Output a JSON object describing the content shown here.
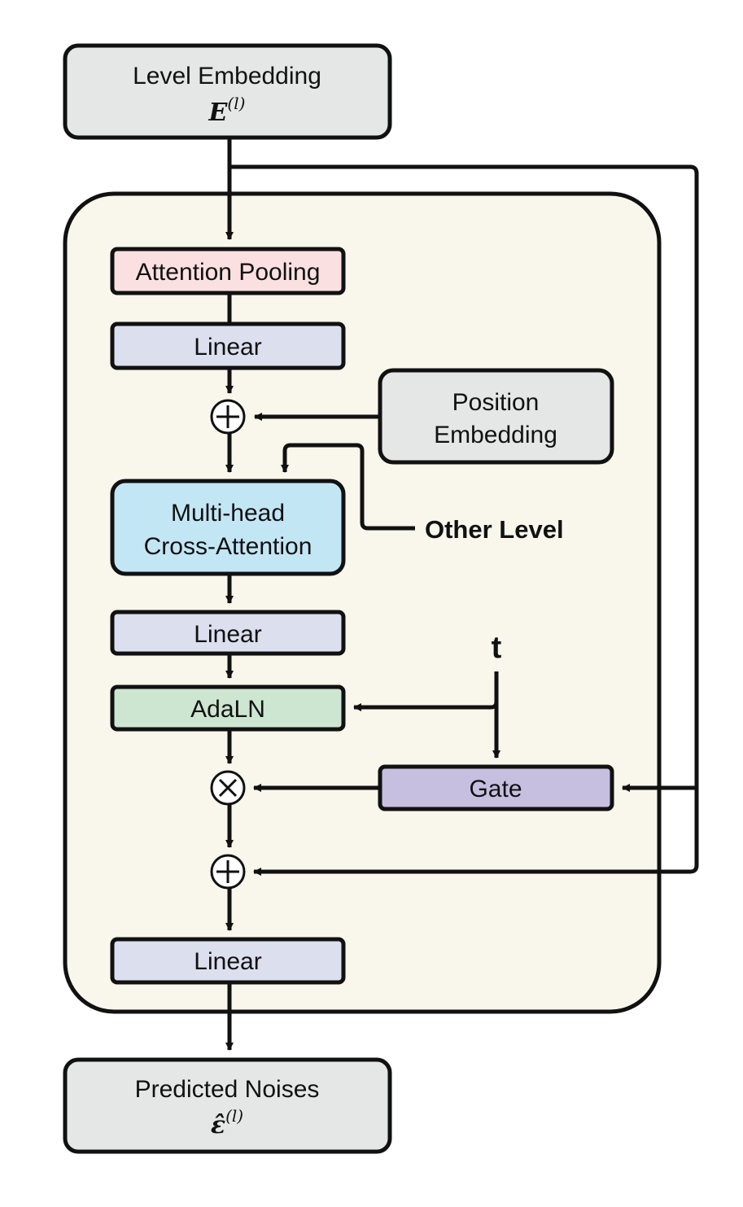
{
  "nodes": {
    "level_embedding": {
      "title": "Level Embedding",
      "symbol": "E",
      "superscript": "(l)",
      "fill": "#e4e7e5"
    },
    "attention_pooling": {
      "label": "Attention Pooling",
      "fill": "#fae0e0"
    },
    "linear_1": {
      "label": "Linear",
      "fill": "#dcdfee"
    },
    "position_embedding": {
      "line1": "Position",
      "line2": "Embedding",
      "fill": "#e4e7e5"
    },
    "cross_attention": {
      "line1": "Multi-head",
      "line2": "Cross-Attention",
      "fill": "#c3e6f5"
    },
    "linear_2": {
      "label": "Linear",
      "fill": "#dcdfee"
    },
    "adaln": {
      "label": "AdaLN",
      "fill": "#cde6d1"
    },
    "gate": {
      "label": "Gate",
      "fill": "#c6bfe0"
    },
    "linear_3": {
      "label": "Linear",
      "fill": "#dcdfee"
    },
    "predicted_noises": {
      "title": "Predicted Noises",
      "symbol": "ε̂",
      "superscript": "(l)",
      "fill": "#e4e7e5"
    }
  },
  "inputs": {
    "other_level": "Other Level",
    "timestep": "t"
  },
  "operators": {
    "add": "⊕",
    "multiply": "⊗"
  },
  "block_fill": "#f9f6ec"
}
